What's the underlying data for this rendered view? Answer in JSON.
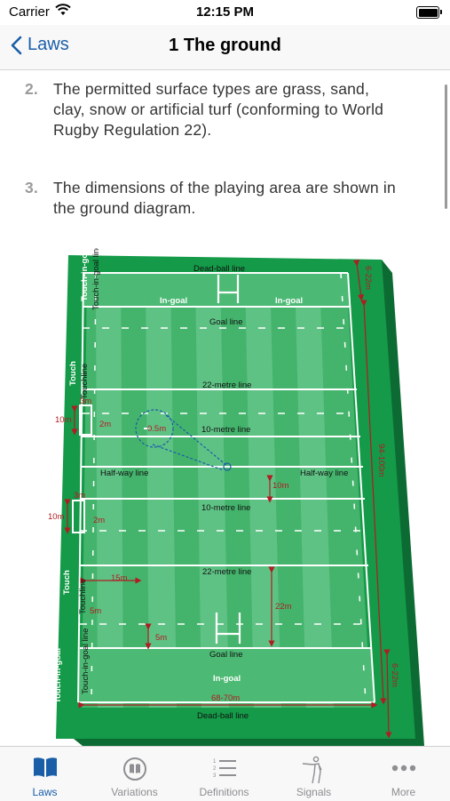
{
  "status": {
    "carrier": "Carrier",
    "time": "12:15 PM"
  },
  "nav": {
    "back_label": "Laws",
    "title": "1 The ground"
  },
  "items": [
    {
      "num": "2.",
      "text": "The permitted surface types are grass, sand, clay, snow or artificial turf (conforming to World Rugby Regulation 22)."
    },
    {
      "num": "3.",
      "text": "The dimensions of the playing area are shown in the ground diagram."
    }
  ],
  "diagram": {
    "dead_ball_top": "Dead-ball line",
    "dead_ball_bottom": "Dead-ball line",
    "in_goal_left": "In-goal",
    "in_goal_right": "In-goal",
    "in_goal_bottom": "In-goal",
    "goal_line_top": "Goal line",
    "goal_line_bottom": "Goal line",
    "line_22_top": "22-metre line",
    "line_22_bottom": "22-metre line",
    "line_10_top": "10-metre line",
    "line_10_bottom": "10-metre line",
    "halfway_left": "Half-way line",
    "halfway_right": "Half-way line",
    "touch_in_goal_top": "Touch-in-goal",
    "touch_in_goal_line_top": "Touch-in-goal line",
    "touch_top": "Touch",
    "touchline_top": "Touchline",
    "touch_bottom": "Touch",
    "touchline_bottom": "Touchline",
    "touch_in_goal_bottom": "Touch-in-goal",
    "touch_in_goal_line_bottom": "Touch-in-goal line",
    "dim_6_22_top": "6-22m",
    "dim_6_22_bottom": "6-22m",
    "dim_94_100": "94-100m",
    "dim_68_70": "68-70m",
    "dim_3m_a": "3m",
    "dim_10m_a": "10m",
    "dim_2m_a": "2m",
    "dim_0_5m": "0.5m",
    "dim_3m_b": "3m",
    "dim_10m_b": "10m",
    "dim_2m_b": "2m",
    "dim_10m_c": "10m",
    "dim_15m": "15m",
    "dim_5m_a": "5m",
    "dim_5m_b": "5m",
    "dim_22m": "22m"
  },
  "tabs": [
    {
      "label": "Laws",
      "icon": "book-icon",
      "active": true
    },
    {
      "label": "Variations",
      "icon": "variations-icon",
      "active": false
    },
    {
      "label": "Definitions",
      "icon": "list-icon",
      "active": false
    },
    {
      "label": "Signals",
      "icon": "referee-icon",
      "active": false
    },
    {
      "label": "More",
      "icon": "more-icon",
      "active": false
    }
  ],
  "colors": {
    "accent": "#1a5ea8",
    "pitch_dark": "#149a48",
    "pitch_stripe": "#4cba74",
    "dimension": "#b01c22"
  }
}
